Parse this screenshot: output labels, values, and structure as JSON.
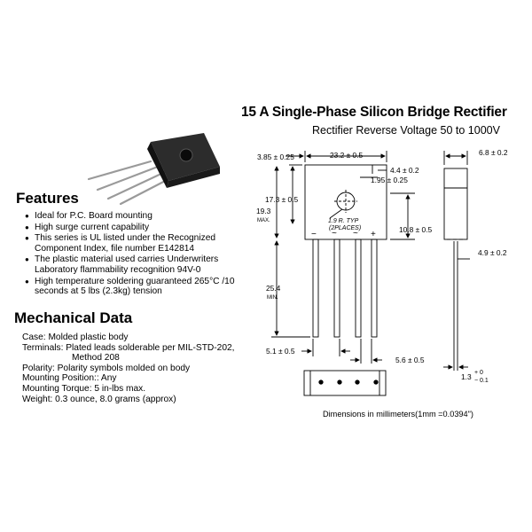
{
  "header": {
    "title": "15 A Single-Phase Silicon Bridge Rectifier",
    "subtitle": "Rectifier Reverse Voltage 50 to 1000V"
  },
  "features": {
    "heading": "Features",
    "items": [
      "Ideal for P.C. Board mounting",
      "High surge current capability",
      "This series is UL listed under the Recognized Component Index, file number E142814",
      "The plastic material used carries Underwriters Laboratory flammability recognition 94V-0",
      "High temperature soldering guaranteed 265°C /10 seconds at 5 lbs (2.3kg) tension"
    ]
  },
  "mechanical": {
    "heading": "Mechanical Data",
    "case": "Case: Molded plastic body",
    "terminals_1": "Terminals: Plated leads solderable per MIL-STD-202,",
    "terminals_2": "Method 208",
    "polarity": "Polarity: Polarity symbols molded on body",
    "position": "Mounting Position:: Any",
    "torque": "Mounting Torque: 5 in-lbs max.",
    "weight": "Weight: 0.3 ounce, 8.0 grams (approx)"
  },
  "dimensions": {
    "d_385": "3.85 ± 0.25",
    "d_232": "23.2 ± 0.5",
    "d_44": "4.4 ± 0.2",
    "d_195": "1.95 ± 0.25",
    "d_173": "17.3 ± 0.5",
    "d_193a": "19.3",
    "d_193b": "MAX.",
    "d_19r": "1.9 R. TYP",
    "d_2pl": "(2PLACES)",
    "d_108": "10.8 ± 0.5",
    "d_254a": "25.4",
    "d_254b": "MIN.",
    "d_51": "5.1 ± 0.5",
    "d_56": "5.6 ± 0.5",
    "d_68": "6.8 ± 0.2",
    "d_49": "4.9 ± 0.2",
    "d_13": "1.3",
    "d_13p": "+ 0",
    "d_13m": "− 0.1",
    "pol_minus": "−",
    "pol_plus": "+",
    "pol_ac1": "~",
    "pol_ac2": "~",
    "note": "Dimensions in millimeters(1mm =0.0394\")"
  }
}
